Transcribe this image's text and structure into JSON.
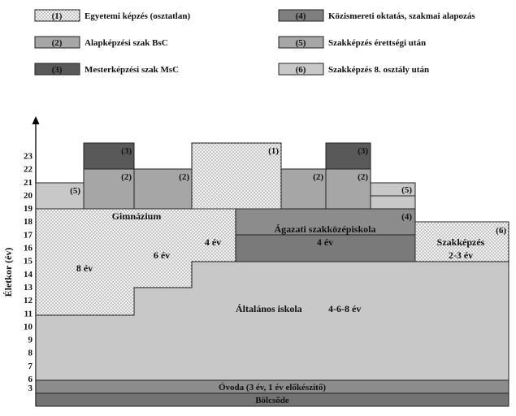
{
  "legend": [
    {
      "num": "(1)",
      "text": "Egyetemi képzés (osztatlan)",
      "pattern": "dots"
    },
    {
      "num": "(2)",
      "text": "Alapképzési szak BsC",
      "color": "#a6a6a6"
    },
    {
      "num": "(3)",
      "text": "Mesterképzési szak MsC",
      "color": "#595959"
    },
    {
      "num": "(4)",
      "text": "Közismereti oktatás, szakmai alapozás",
      "color": "#7f7f7f"
    },
    {
      "num": "(5)",
      "text": "Szakképzés érettségi után",
      "color": "#a6a6a6"
    },
    {
      "num": "(6)",
      "text": "Szakképzés 8. osztály után",
      "color": "#c8c8c8"
    }
  ],
  "axis": {
    "label": "Életkor (év)",
    "ticks": [
      "3",
      "6",
      "7",
      "8",
      "9",
      "10",
      "11",
      "12",
      "13",
      "14",
      "15",
      "16",
      "17",
      "18",
      "19",
      "20",
      "21",
      "22",
      "23"
    ]
  },
  "blocks": {
    "bolcsode": "Bölcsőde",
    "ovoda": "Óvoda (3 év, 1 év előkészítő)",
    "altalanos": "Általános iskola",
    "altalanos_years": "4-6-8 év",
    "gimnazium": "Gimnázium",
    "gim_8": "8 év",
    "gim_6": "6 év",
    "gim_4": "4 év",
    "agazati": "Ágazati szakközépiskola",
    "agazati_years": "4 év",
    "agazati_num": "(4)",
    "szakkepzes": "Szakképzés",
    "szakkepzes_years": "2-3 év",
    "szakkepzes_num": "(6)",
    "n5": "(5)",
    "n2": "(2)",
    "n3": "(3)",
    "n1": "(1)"
  }
}
